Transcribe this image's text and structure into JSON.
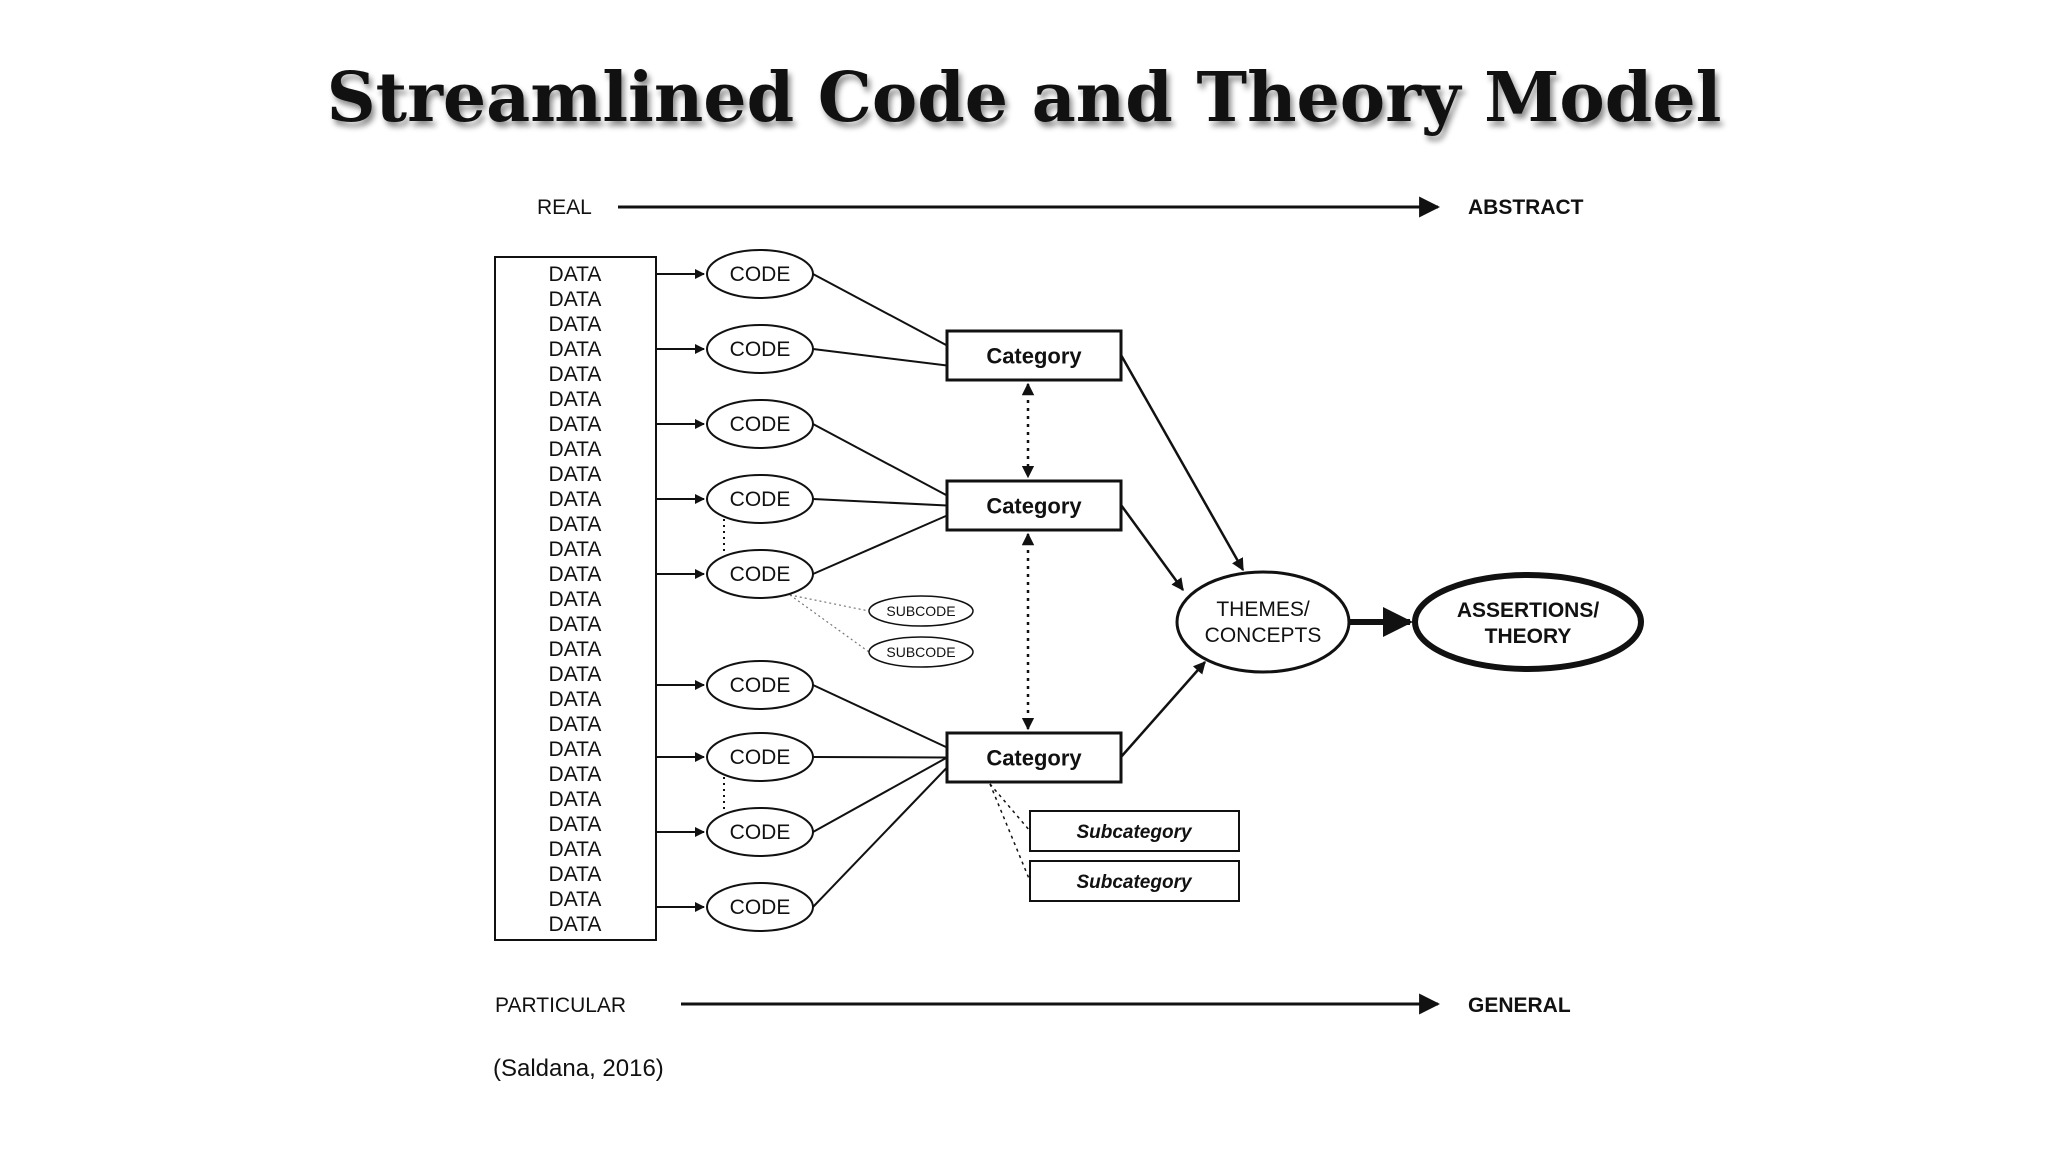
{
  "title": "Streamlined Code and Theory Model",
  "citation": "(Saldana, 2016)",
  "axes": {
    "top_left": "REAL",
    "top_right": "ABSTRACT",
    "bottom_left": "PARTICULAR",
    "bottom_right": "GENERAL"
  },
  "data_label": "DATA",
  "data_count": 27,
  "code_label": "CODE",
  "subcode_labels": [
    "SUBCODE",
    "SUBCODE"
  ],
  "category_labels": [
    "Category",
    "Category",
    "Category"
  ],
  "subcategory_labels": [
    "Subcategory",
    "Subcategory"
  ],
  "themes": [
    "THEMES/",
    "CONCEPTS"
  ],
  "assertions": [
    "ASSERTIONS/",
    "THEORY"
  ]
}
